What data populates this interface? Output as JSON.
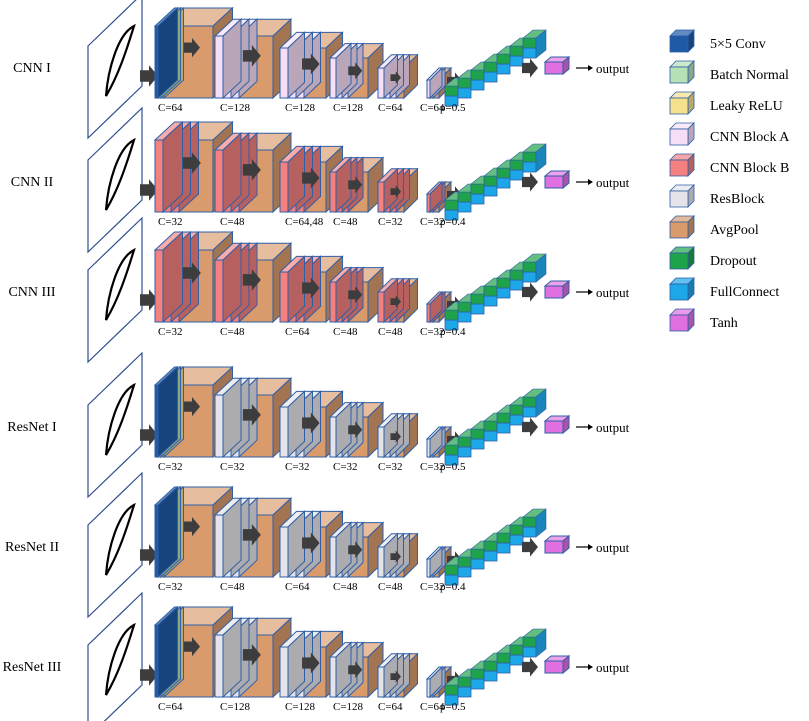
{
  "colors": {
    "conv5": "#1f5aa6",
    "batchnorm": "#b6e0b6",
    "leakyrelu": "#f5e08c",
    "blockA": "#f6dff6",
    "blockB": "#f48080",
    "resblock": "#e4e4ea",
    "avgpool": "#d99a6c",
    "dropout": "#1fa34a",
    "fullconnect": "#1ea7e8",
    "tanh": "#e070e0",
    "edge": "#2f5fa5",
    "arrow": "#3d3d3d"
  },
  "legend": [
    {
      "label": "5×5 Conv",
      "color_key": "conv5",
      "icon": "conv5-swatch-icon"
    },
    {
      "label": "Batch Normal",
      "color_key": "batchnorm",
      "icon": "batchnorm-swatch-icon"
    },
    {
      "label": "Leaky ReLU",
      "color_key": "leakyrelu",
      "icon": "leakyrelu-swatch-icon"
    },
    {
      "label": "CNN Block A",
      "color_key": "blockA",
      "icon": "cnn-block-a-swatch-icon"
    },
    {
      "label": "CNN Block B",
      "color_key": "blockB",
      "icon": "cnn-block-b-swatch-icon"
    },
    {
      "label": "ResBlock",
      "color_key": "resblock",
      "icon": "resblock-swatch-icon"
    },
    {
      "label": "AvgPool",
      "color_key": "avgpool",
      "icon": "avgpool-swatch-icon"
    },
    {
      "label": "Dropout",
      "color_key": "dropout",
      "icon": "dropout-swatch-icon"
    },
    {
      "label": "FullConnect",
      "color_key": "fullconnect",
      "icon": "fullconnect-swatch-icon"
    },
    {
      "label": "Tanh",
      "color_key": "tanh",
      "icon": "tanh-swatch-icon"
    }
  ],
  "rows": [
    {
      "name": "CNN I",
      "block": "blockA",
      "head": "thin",
      "channels": [
        "C=64",
        "C=128",
        "C=128",
        "C=128",
        "C=64",
        "C=64"
      ],
      "dropout": "p=0.5",
      "output": "output"
    },
    {
      "name": "CNN II",
      "block": "blockB",
      "head": "block",
      "channels": [
        "C=32",
        "C=48",
        "C=64,48",
        "C=48",
        "C=32",
        "C=32"
      ],
      "dropout": "p=0.4",
      "output": "output"
    },
    {
      "name": "CNN III",
      "block": "blockB",
      "head": "block",
      "channels": [
        "C=32",
        "C=48",
        "C=64",
        "C=48",
        "C=48",
        "C=32"
      ],
      "dropout": "p=0.4",
      "output": "output"
    },
    {
      "name": "ResNet I",
      "block": "resblock",
      "head": "thin",
      "channels": [
        "C=32",
        "C=32",
        "C=32",
        "C=32",
        "C=32",
        "C=32"
      ],
      "dropout": "p=0.5",
      "output": "output"
    },
    {
      "name": "ResNet II",
      "block": "resblock",
      "head": "thin",
      "channels": [
        "C=32",
        "C=48",
        "C=64",
        "C=48",
        "C=48",
        "C=32"
      ],
      "dropout": "p=0.4",
      "output": "output"
    },
    {
      "name": "ResNet III",
      "block": "resblock",
      "head": "thin",
      "channels": [
        "C=64",
        "C=128",
        "C=128",
        "C=128",
        "C=64",
        "C=64"
      ],
      "dropout": "p=0.5",
      "output": "output"
    }
  ]
}
